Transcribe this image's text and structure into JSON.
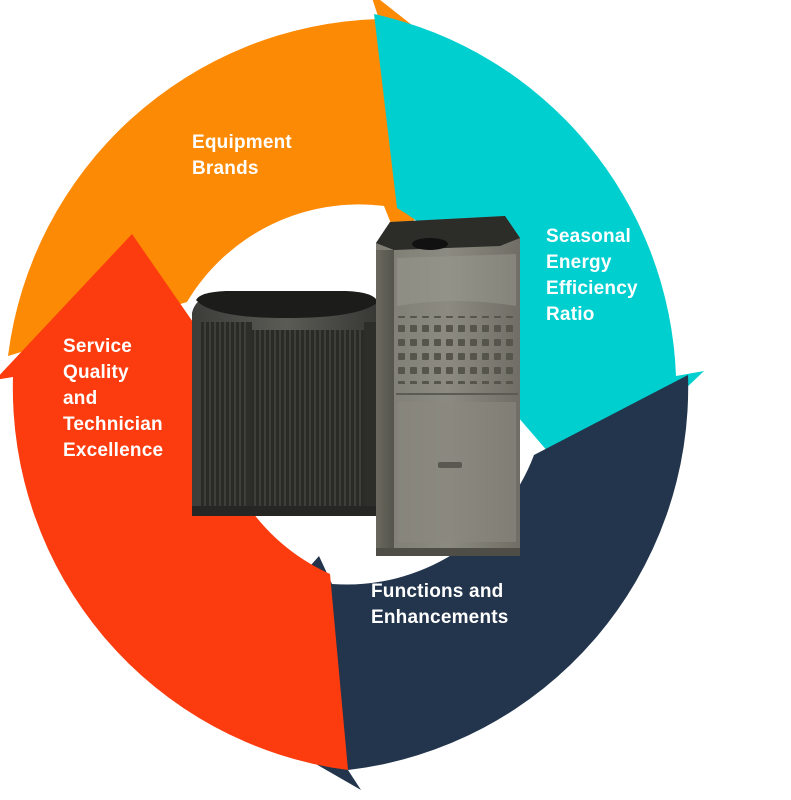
{
  "diagram": {
    "segments": [
      {
        "id": "equipment-brands",
        "label": "Equipment\nBrands",
        "color": "#fc8a04"
      },
      {
        "id": "seer",
        "label": "Seasonal\nEnergy\nEfficiency\nRatio",
        "color": "#00cfcf"
      },
      {
        "id": "functions",
        "label": "Functions and\nEnhancements",
        "color": "#22354c"
      },
      {
        "id": "service",
        "label": "Service\nQuality\nand\nTechnician\nExcellence",
        "color": "#fc3c0e"
      }
    ],
    "center_image": {
      "items": [
        "air-conditioner-condenser-unit",
        "gas-furnace-unit"
      ]
    }
  }
}
